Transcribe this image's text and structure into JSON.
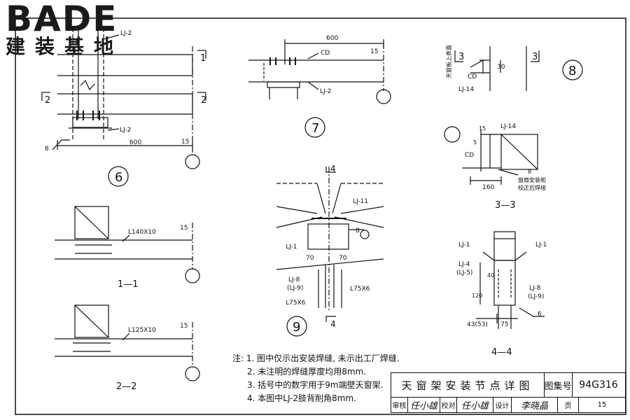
{
  "logo": {
    "brand": "BADE",
    "sub": "建装基地"
  },
  "details": {
    "d6": {
      "number": "6",
      "dim_width": "600",
      "dim_15": "15",
      "label_lj2_top": "LJ-2",
      "label_lj2_bottom": "LJ-2",
      "weld_size": "8",
      "sec1": "1",
      "sec2": "2"
    },
    "d7": {
      "number": "7",
      "dim_width": "600",
      "dim_15": "15",
      "label_cd": "CD",
      "label_lj2": "LJ-2"
    },
    "d8": {
      "number": "8",
      "sec3": "3",
      "dim_30": "30",
      "label_cd": "CD",
      "label_lj14": "LJ-14",
      "label_side": "天窗板上表面"
    },
    "d9": {
      "number": "9",
      "sec4": "4",
      "label_lj11": "LJ-11",
      "label_lj1": "LJ-1",
      "weld_size": "8",
      "dim_70a": "70",
      "dim_70b": "70",
      "label_lj8": "LJ-8",
      "label_lj9": "(LJ-9)",
      "label_l75a": "L75X6",
      "label_l75b": "L75X6"
    },
    "s11": {
      "title": "1—1",
      "label": "L140X10",
      "dim_15": "15"
    },
    "s22": {
      "title": "2—2",
      "label": "L125X10",
      "dim_15": "15"
    },
    "s33": {
      "title": "3—3",
      "label_lj14": "LJ-14",
      "label_cd": "CD",
      "dim_15": "15",
      "dim_5": "5",
      "dim_160": "160",
      "weld_size": "8",
      "note1": "窗扇安装和",
      "note2": "校正后焊接"
    },
    "s44": {
      "title": "4—4",
      "label_lj1a": "LJ-1",
      "label_lj1b": "LJ-1",
      "label_lj4": "LJ-4",
      "label_lj5": "(LJ-5)",
      "dim_40": "40",
      "dim_120": "120",
      "label_lj8": "LJ-8",
      "label_lj9": "(LJ-9)",
      "weld_size": "6",
      "dim_43": "43(53)",
      "dim_75": "75"
    }
  },
  "notes": {
    "lines": [
      "注: 1. 图中仅示出安装焊缝, 未示出工厂焊缝.",
      "2. 未注明的焊缝厚度均用8mm.",
      "3. 括号中的数字用于9m端壁天窗架.",
      "4. 本图中LJ-2肢背削角8mm."
    ]
  },
  "titleblock": {
    "title": "天窗架安装节点详图",
    "atlas_label": "图集号",
    "atlas_value": "94G316",
    "review_label": "审核",
    "review_sig": "任小雄",
    "check_label": "校对",
    "check_sig": "任小雄",
    "design_label": "设计",
    "design_sig": "李晓晶",
    "page_label": "页",
    "page_value": "15"
  }
}
